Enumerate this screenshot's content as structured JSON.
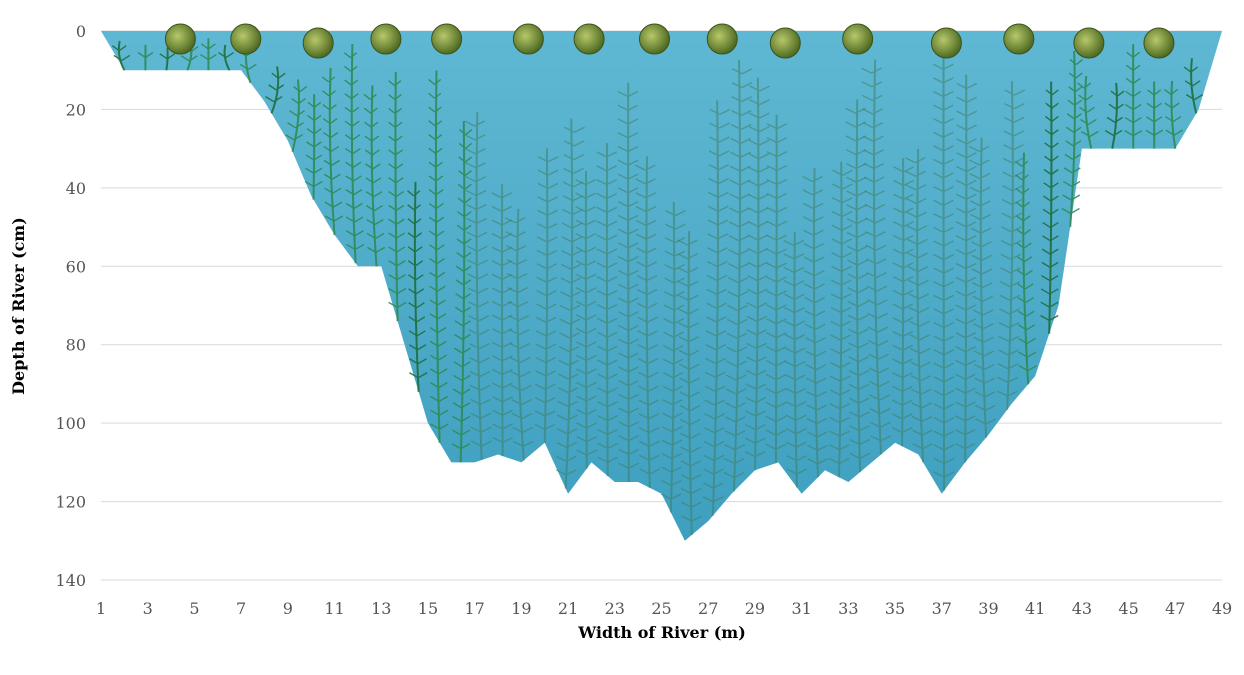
{
  "chart_data": {
    "type": "area",
    "title": "",
    "xlabel": "Width of River (m)",
    "ylabel": "Depth of River (cm)",
    "x": [
      1,
      2,
      3,
      4,
      5,
      6,
      7,
      8,
      9,
      10,
      11,
      12,
      13,
      14,
      15,
      16,
      17,
      18,
      19,
      20,
      21,
      22,
      23,
      24,
      25,
      26,
      27,
      28,
      29,
      30,
      31,
      32,
      33,
      34,
      35,
      36,
      37,
      38,
      39,
      40,
      41,
      42,
      43,
      44,
      45,
      46,
      47,
      48,
      49
    ],
    "series": [
      {
        "values": [
          0,
          10,
          10,
          10,
          10,
          10,
          10,
          18,
          28,
          42,
          52,
          60,
          60,
          80,
          100,
          110,
          110,
          108,
          110,
          105,
          118,
          110,
          115,
          115,
          118,
          130,
          125,
          118,
          112,
          110,
          118,
          112,
          115,
          110,
          105,
          108,
          118,
          110,
          103,
          95,
          88,
          70,
          30,
          30,
          30,
          30,
          30,
          20,
          0
        ],
        "color": "#4aa8c8"
      }
    ],
    "xticks": [
      "1",
      "3",
      "5",
      "7",
      "9",
      "11",
      "13",
      "15",
      "17",
      "19",
      "21",
      "23",
      "25",
      "27",
      "29",
      "31",
      "33",
      "35",
      "37",
      "39",
      "41",
      "43",
      "45",
      "47",
      "49"
    ],
    "yticks": [
      "0",
      "20",
      "40",
      "60",
      "80",
      "100",
      "120",
      "140"
    ],
    "ylim": [
      0,
      140
    ],
    "y_inverted": true,
    "grid": true,
    "legend": "none",
    "colors": {
      "water": "#4aa8c8",
      "water_light": "#5fb8d3",
      "plant_dark": "#1f6e3d",
      "plant": "#2e8b57",
      "lily": "#7a9a3a",
      "grid": "#d9d9d9"
    }
  }
}
